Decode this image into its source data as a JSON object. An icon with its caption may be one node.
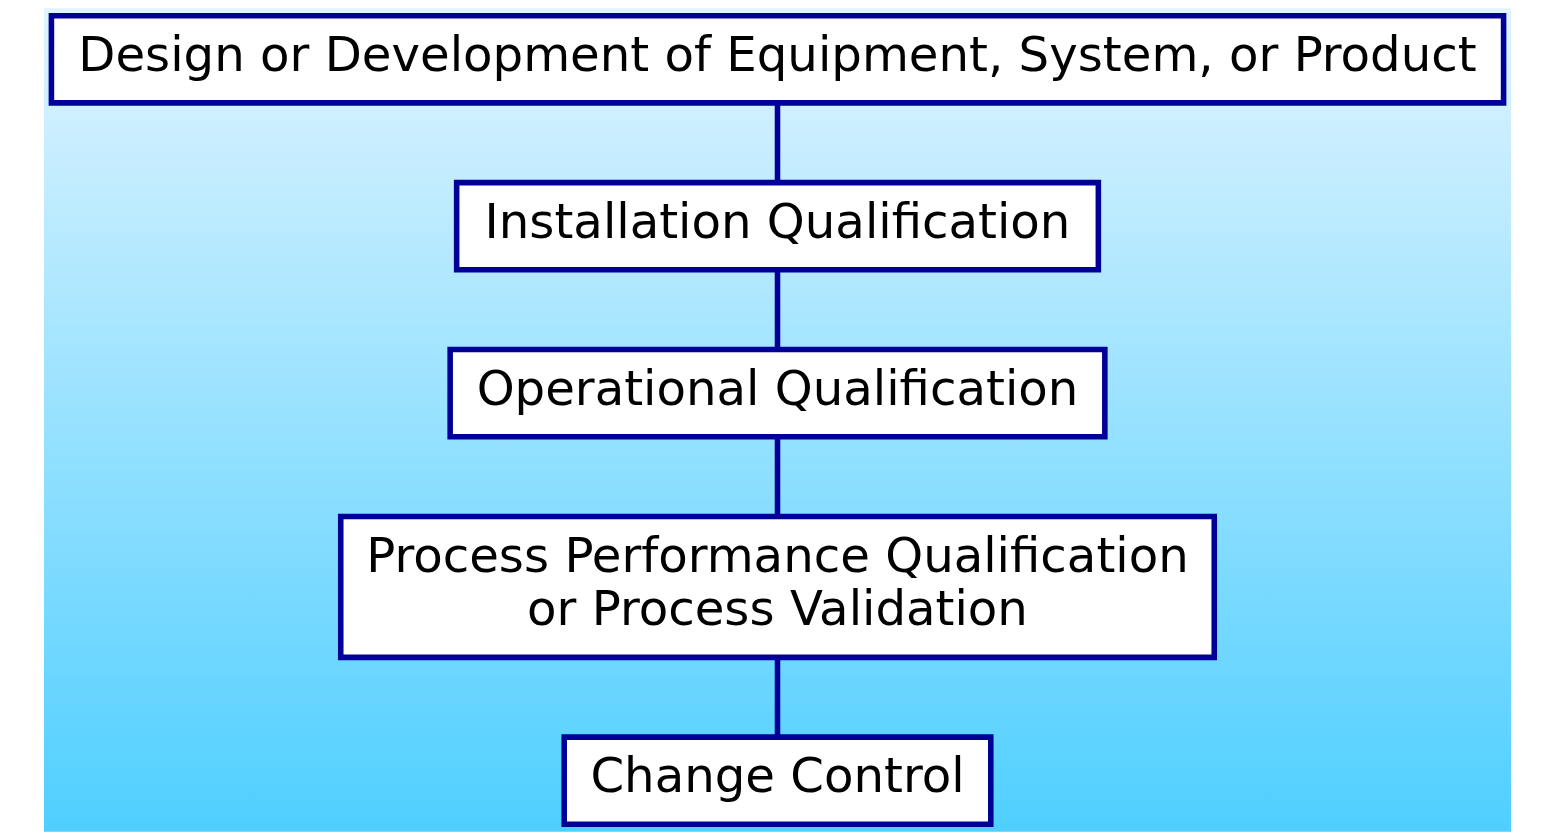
{
  "diagram": {
    "nodes": [
      {
        "text": [
          "Design or Development of Equipment, System, or Product"
        ]
      },
      {
        "text": [
          "Installation Qualification"
        ]
      },
      {
        "text": [
          "Operational Qualification"
        ]
      },
      {
        "text": [
          "Process Performance Qualification or Process Validation"
        ]
      },
      {
        "text": [
          "Change Control"
        ]
      }
    ],
    "edges": [
      {
        "from": 0,
        "to": 1,
        "arrow": "none"
      },
      {
        "from": 1,
        "to": 2,
        "arrow": "none"
      },
      {
        "from": 2,
        "to": 3,
        "arrow": "none"
      },
      {
        "from": 3,
        "to": 4,
        "arrow": "none"
      }
    ]
  }
}
